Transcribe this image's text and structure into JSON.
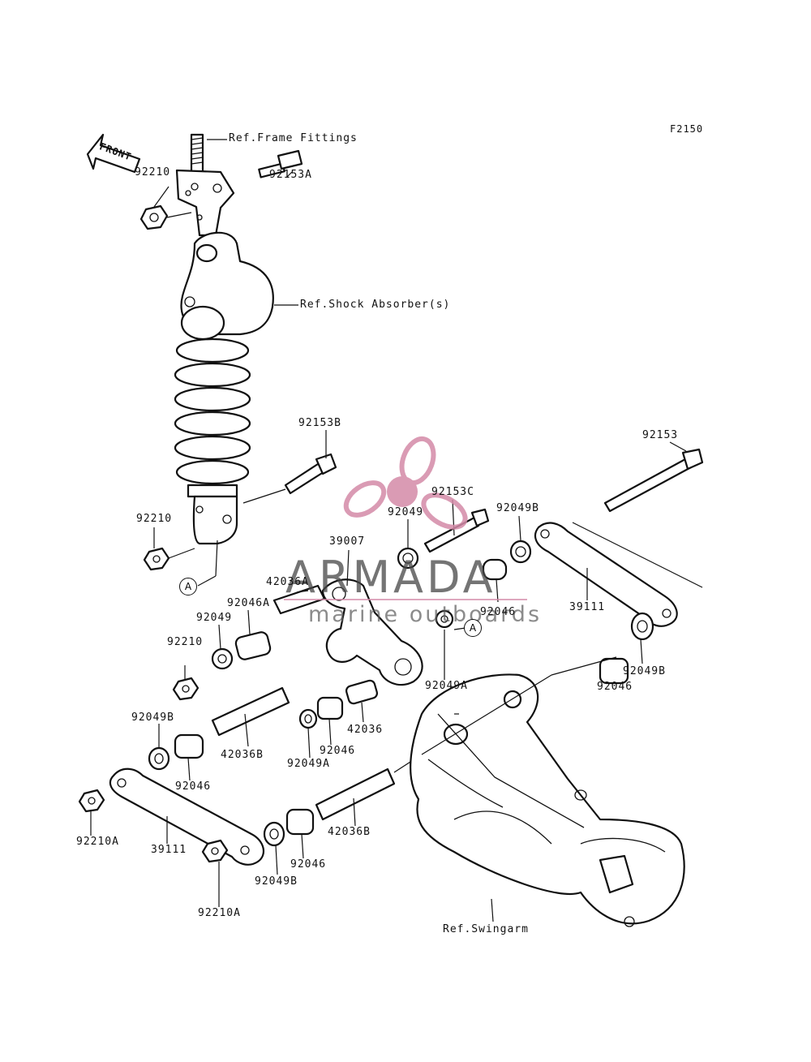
{
  "diagram_code": "F2150",
  "front_label": "FRONT",
  "watermark": {
    "brand": "ARMADA",
    "tagline": "marine outboards",
    "color": "#c9829e"
  },
  "markers": [
    "A",
    "A"
  ],
  "refs": {
    "frame_fittings": "Ref.Frame Fittings",
    "shock_absorber": "Ref.Shock Absorber(s)",
    "swingarm": "Ref.Swingarm"
  },
  "parts": [
    "92210",
    "92153A",
    "92153B",
    "92210",
    "92153",
    "92153C",
    "92049",
    "92049B",
    "39007",
    "42036A",
    "92046A",
    "92046",
    "39111",
    "92049",
    "92210",
    "92049A",
    "92046",
    "92049B",
    "92049B",
    "42036",
    "42036B",
    "92046",
    "92049A",
    "92046",
    "92210A",
    "39111",
    "42036B",
    "92046",
    "92049B",
    "92210A"
  ]
}
